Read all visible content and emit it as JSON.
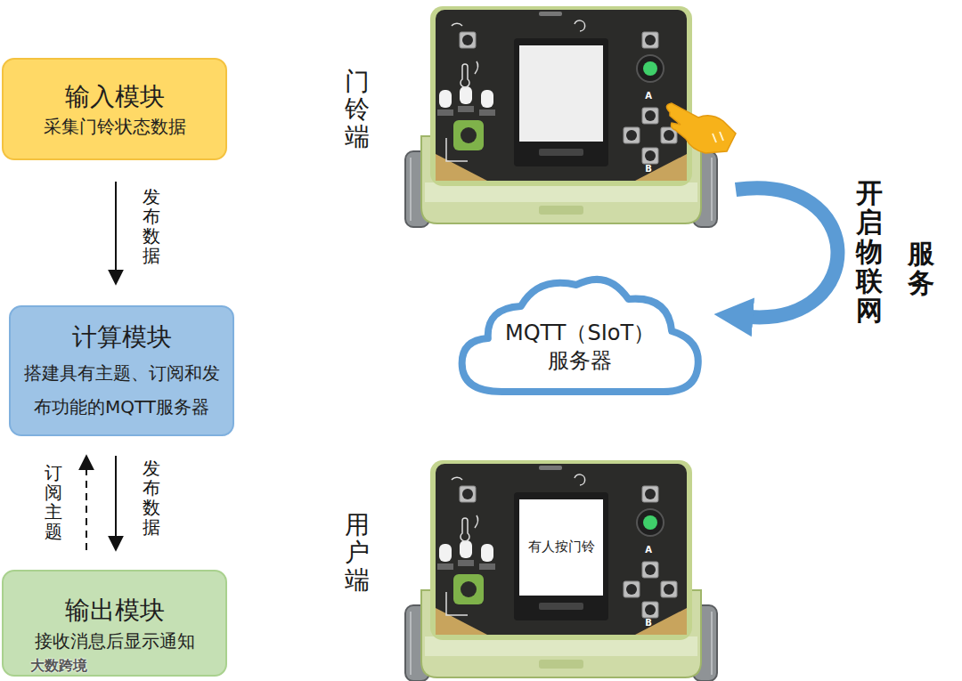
{
  "diagram": {
    "nodes": [
      {
        "text": [
          "输入模块",
          "采集门铃状态数据"
        ]
      },
      {
        "text": [
          "计算模块",
          "搭建具有主题、订阅和发 布功能的MQTT服务器"
        ]
      },
      {
        "text": [
          "输出模块",
          "接收消息后显示通知"
        ]
      },
      {
        "text": [
          "门铃端"
        ]
      },
      {
        "text": [
          "MQTT（SIoT） 服务器"
        ]
      },
      {
        "text": [
          "用户端",
          "有人按门铃"
        ]
      }
    ],
    "edges": [
      {
        "from": 0,
        "to": 1,
        "label": "发布数据",
        "arrow": "to"
      },
      {
        "from": 1,
        "to": 2,
        "label": "发布数据",
        "arrow": "to"
      },
      {
        "from": 2,
        "to": 1,
        "label": "订阅主题",
        "arrow": "to"
      },
      {
        "from": 3,
        "to": 4,
        "label": "开启物联网",
        "arrow": "to"
      }
    ],
    "labels": [
      "服务",
      "A",
      "B",
      "A",
      "B",
      "大数跨境"
    ]
  }
}
